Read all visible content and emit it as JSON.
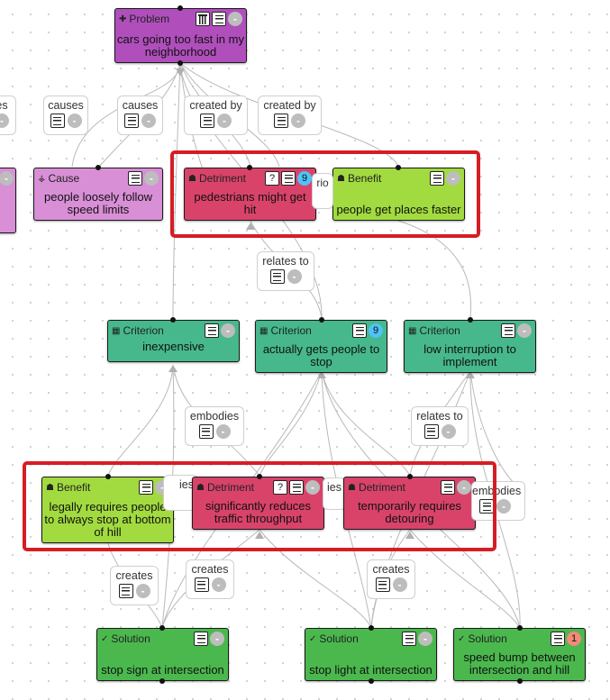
{
  "colors": {
    "problem": "#b04fbc",
    "cause": "#d88fd6",
    "detriment": "#d9436a",
    "benefit": "#a2db3f",
    "criterion": "#46b88c",
    "solution": "#4bb84e",
    "highlight": "#d61d24",
    "count_blue": "#4fc3f7",
    "count_red": "#f48a7a"
  },
  "nodes": {
    "problem": {
      "type": "Problem",
      "icon": "puzzle-icon",
      "text": "cars going too fast in my neighborhood"
    },
    "cause": {
      "type": "Cause",
      "icon": "cause-icon",
      "text": "people loosely follow speed limits"
    },
    "detriment_top": {
      "type": "Detriment",
      "icon": "detriment-icon",
      "text": "pedestrians might get hit",
      "help": "?",
      "count": "9"
    },
    "benefit_top": {
      "type": "Benefit",
      "icon": "benefit-icon",
      "text": "people get places faster"
    },
    "criterion_1": {
      "type": "Criterion",
      "icon": "criterion-icon",
      "text": "inexpensive"
    },
    "criterion_2": {
      "type": "Criterion",
      "icon": "criterion-icon",
      "text": "actually gets people to stop",
      "count": "9"
    },
    "criterion_3": {
      "type": "Criterion",
      "icon": "criterion-icon",
      "text": "low interruption to implement"
    },
    "benefit_bottom": {
      "type": "Benefit",
      "icon": "benefit-icon",
      "text": "legally requires people to always stop at bottom of hill"
    },
    "detriment_mid": {
      "type": "Detriment",
      "icon": "detriment-icon",
      "text": "significantly reduces traffic throughput",
      "help": "?"
    },
    "detriment_right": {
      "type": "Detriment",
      "icon": "detriment-icon",
      "text": "temporarily requires detouring"
    },
    "solution_1": {
      "type": "Solution",
      "icon": "check-icon",
      "text": "stop sign at intersection"
    },
    "solution_2": {
      "type": "Solution",
      "icon": "check-icon",
      "text": "stop light at intersection"
    },
    "solution_3": {
      "type": "Solution",
      "icon": "check-icon",
      "text": "speed bump between intersection and hill",
      "count": "1"
    }
  },
  "edge_labels": {
    "es": "es",
    "causes_1": "causes",
    "causes_2": "causes",
    "created_by_1": "created by",
    "created_by_2": "created by",
    "relates_to_1": "relates to",
    "relates_to_2": "relates to",
    "embodies_1": "embodies",
    "embodies_2": "embodies",
    "creates_1": "creates",
    "creates_2": "creates",
    "creates_3": "creates",
    "hidden_rio": "rio",
    "hidden_ies": "ies",
    "hidden_ies2": "ies"
  },
  "minus_glyph": "-"
}
